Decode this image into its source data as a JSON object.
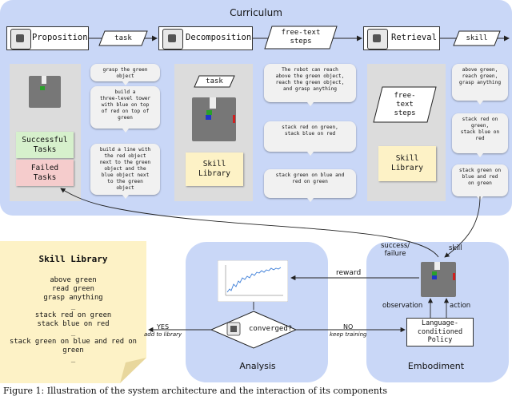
{
  "curriculum": {
    "title": "Curriculum",
    "modules": [
      "Proposition",
      "Decomposition",
      "Retrieval"
    ],
    "arrow_labels": [
      "task",
      "free-text\nsteps",
      "skill"
    ]
  },
  "proposition": {
    "successful_label": "Successful\nTasks",
    "failed_label": "Failed\nTasks",
    "tasks": [
      "grasp the green\nobject",
      "build a\nthree-level tower\nwith blue on top\nof red on top of\ngreen",
      "build a line with\nthe red object\nnext to the green\nobject and the\nblue object next\nto the green\nobject"
    ]
  },
  "decomposition": {
    "task_label": "task",
    "library_label": "Skill\nLibrary",
    "steps": [
      "The robot can reach\nabove the green object,\nreach the green object,\nand grasp anything",
      "stack red on green,\nstack blue on red",
      "stack green on blue and\nred on green"
    ]
  },
  "retrieval": {
    "steps_label": "free-\ntext\nsteps",
    "library_label": "Skill\nLibrary",
    "skills": [
      "above green,\nreach green,\ngrasp anything",
      "stack red on\ngreen,\nstack blue on\nred",
      "stack green on\nblue and red\non green"
    ]
  },
  "skill_library": {
    "title": "Skill Library",
    "lines": [
      "above green",
      "read green",
      "grasp anything",
      "_",
      "stack red on green",
      "stack blue on red",
      "_",
      "stack green on blue and red on",
      "green",
      "_"
    ]
  },
  "analysis": {
    "label": "Analysis",
    "decision": "converged?",
    "reward_label": "reward",
    "yes_label": "YES",
    "yes_sub": "add to library",
    "no_label": "NO",
    "no_sub": "keep training"
  },
  "embodiment": {
    "label": "Embodiment",
    "policy_label": "Language-\nconditioned\nPolicy",
    "observation_label": "observation",
    "action_label": "action",
    "success_label": "success/\nfailure",
    "skill_label": "skill"
  },
  "caption": "Figure 1:  Illustration of the system architecture and the interaction of its components"
}
